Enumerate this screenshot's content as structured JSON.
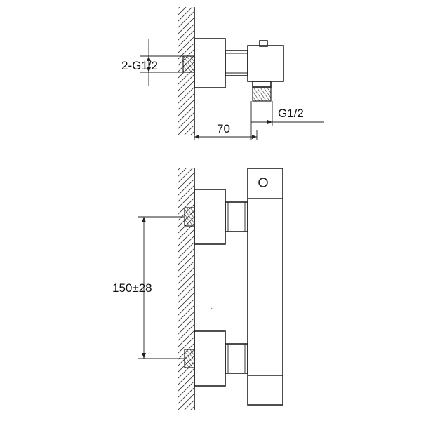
{
  "top_view": {
    "inlet_label": "2-G1/2",
    "outlet_label": "G1/2",
    "depth_label": "70"
  },
  "front_view": {
    "spacing_label": "150±28"
  },
  "colors": {
    "line": "#222222",
    "background": "#ffffff"
  }
}
